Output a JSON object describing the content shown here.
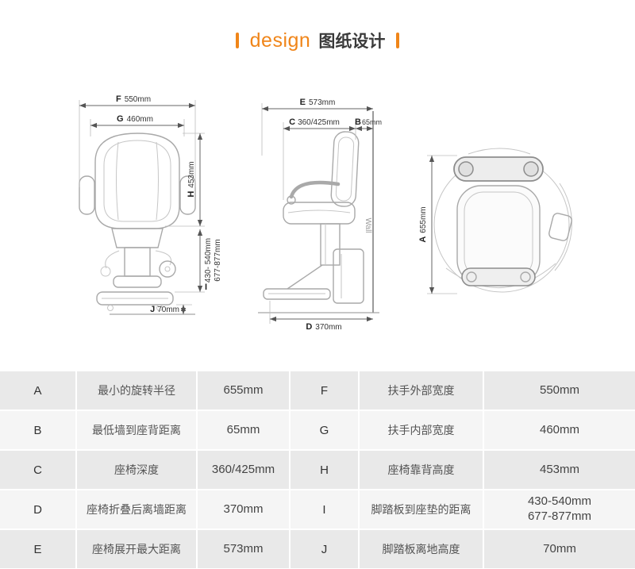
{
  "header": {
    "title_en": "design",
    "title_zh": "图纸设计"
  },
  "colors": {
    "accent": "#f08519",
    "table_row_dark": "#e9e9e9",
    "table_row_light": "#f5f5f5"
  },
  "diagram": {
    "front": {
      "F": {
        "letter": "F",
        "value": "550mm"
      },
      "G": {
        "letter": "G",
        "value": "460mm"
      },
      "H": {
        "letter": "H",
        "value": "453mm"
      },
      "I": {
        "letter": "I",
        "value1": "430- 540mm",
        "value2": "677-877mm"
      },
      "J": {
        "letter": "J",
        "value": "70mm"
      }
    },
    "side": {
      "E": {
        "letter": "E",
        "value": "573mm"
      },
      "C": {
        "letter": "C",
        "value": "360/425mm"
      },
      "B": {
        "letter": "B",
        "value": "65mm"
      },
      "D": {
        "letter": "D",
        "value": "370mm"
      },
      "wall_label": "Wall"
    },
    "top": {
      "A": {
        "letter": "A",
        "value": "655mm"
      }
    }
  },
  "table": {
    "left": [
      {
        "letter": "A",
        "label": "最小的旋转半径",
        "value": "655mm"
      },
      {
        "letter": "B",
        "label": "最低墙到座背距离",
        "value": "65mm"
      },
      {
        "letter": "C",
        "label": "座椅深度",
        "value": "360/425mm"
      },
      {
        "letter": "D",
        "label": "座椅折叠后离墙距离",
        "value": "370mm"
      },
      {
        "letter": "E",
        "label": "座椅展开最大距离",
        "value": "573mm"
      }
    ],
    "right": [
      {
        "letter": "F",
        "label": "扶手外部宽度",
        "value": "550mm"
      },
      {
        "letter": "G",
        "label": "扶手内部宽度",
        "value": "460mm"
      },
      {
        "letter": "H",
        "label": "座椅靠背高度",
        "value": "453mm"
      },
      {
        "letter": "I",
        "label": "脚踏板到座垫的距离",
        "value": "430-540mm",
        "value2": "677-877mm"
      },
      {
        "letter": "J",
        "label": "脚踏板离地高度",
        "value": "70mm"
      }
    ]
  }
}
